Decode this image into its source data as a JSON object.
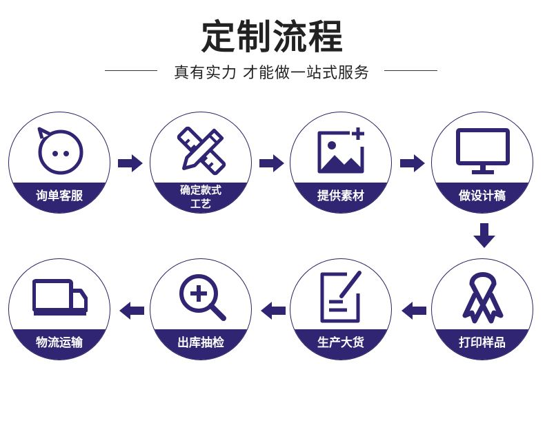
{
  "header": {
    "title": "定制流程",
    "subtitle": "真有实力 才能做一站式服务"
  },
  "colors": {
    "brand": "#2f2573",
    "text": "#222222",
    "background": "#ffffff"
  },
  "steps": [
    {
      "label": "询单客服",
      "icon": "chat-face-icon"
    },
    {
      "label": "确定款式",
      "label2": "工艺",
      "icon": "pencil-ruler-icon"
    },
    {
      "label": "提供素材",
      "icon": "image-add-icon"
    },
    {
      "label": "做设计稿",
      "icon": "monitor-icon"
    },
    {
      "label": "打印样品",
      "icon": "ribbon-icon"
    },
    {
      "label": "生产大货",
      "icon": "document-edit-icon"
    },
    {
      "label": "出库抽检",
      "icon": "zoom-in-icon"
    },
    {
      "label": "物流运输",
      "icon": "truck-icon"
    }
  ]
}
